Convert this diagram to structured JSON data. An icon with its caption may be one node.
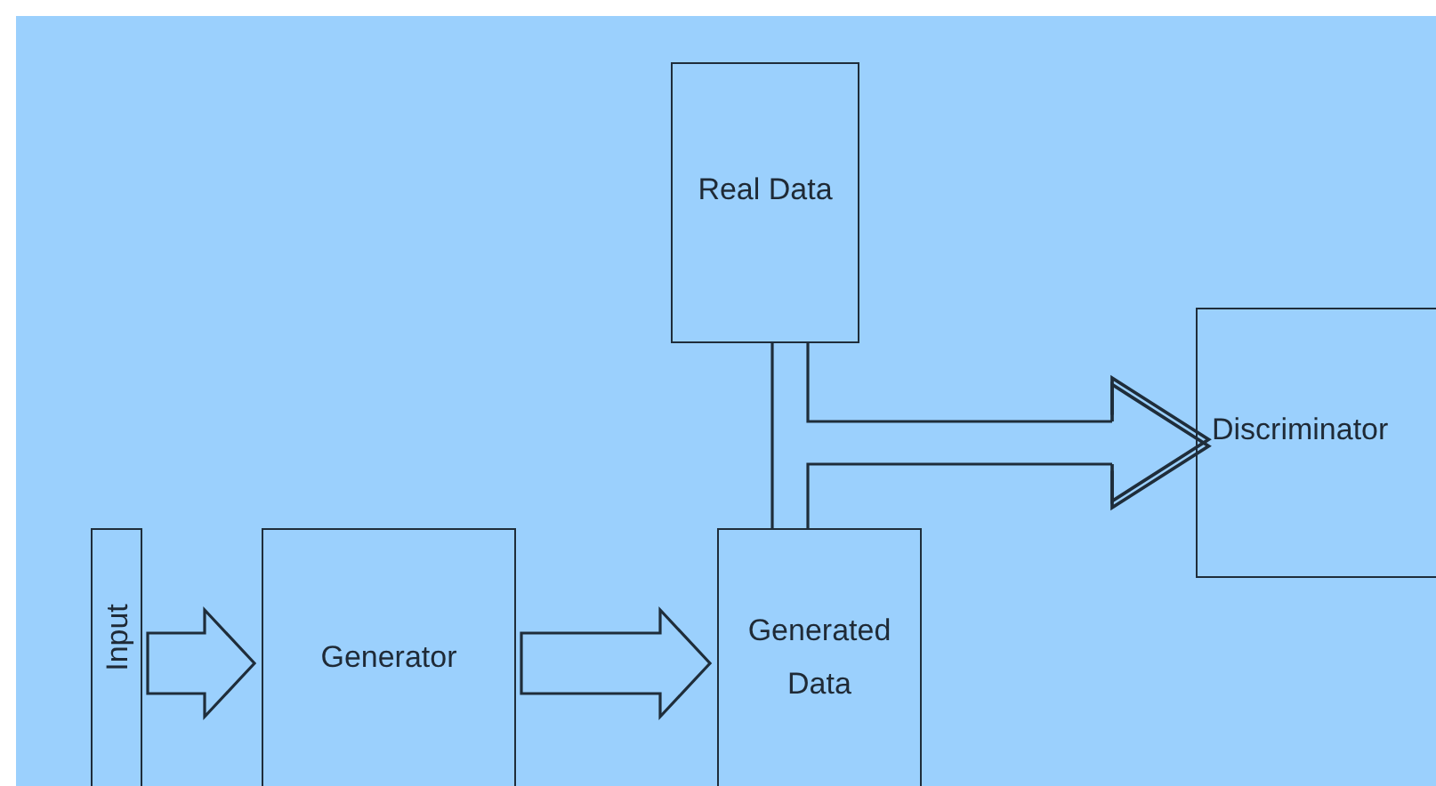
{
  "diagram": {
    "nodes": [
      {
        "text": [
          "Real Data"
        ]
      },
      {
        "text": [
          "Discriminator"
        ]
      },
      {
        "text": [
          "Input"
        ]
      },
      {
        "text": [
          "Generator"
        ]
      },
      {
        "text": [
          "Generated Data"
        ]
      }
    ],
    "edges": [
      {
        "from": 2,
        "to": 3,
        "arrow": "to"
      },
      {
        "from": 3,
        "to": 4,
        "arrow": "to"
      },
      {
        "from": 0,
        "to": 1,
        "arrow": "to"
      },
      {
        "from": 4,
        "to": 1,
        "arrow": "to"
      },
      {
        "from": 0,
        "to": 4,
        "arrow": "none"
      }
    ]
  }
}
